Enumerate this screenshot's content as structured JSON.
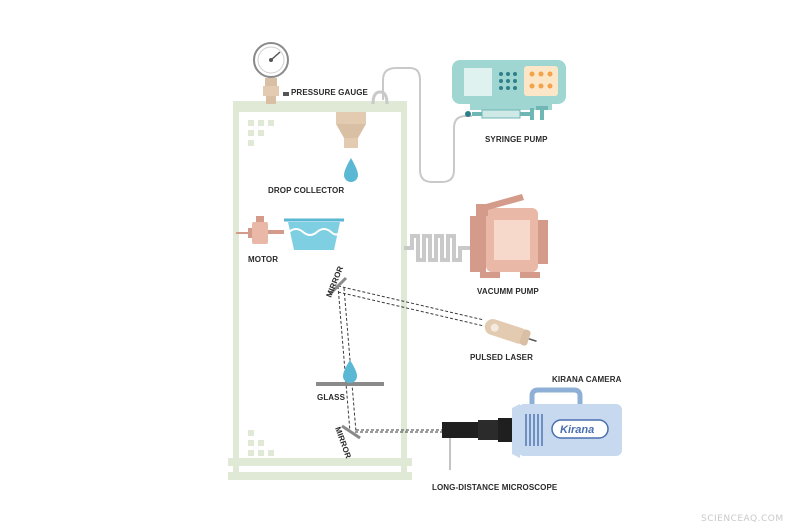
{
  "labels": {
    "pressure_gauge": "PRESSURE GAUGE",
    "syringe_pump": "SYRINGE PUMP",
    "drop_collector": "DROP COLLECTOR",
    "motor": "MOTOR",
    "vacuum_pump": "VACUMM PUMP",
    "mirror_top": "MIRROR",
    "pulsed_laser": "PULSED LASER",
    "glass": "GLASS",
    "kirana_camera": "KIRANA CAMERA",
    "mirror_bottom": "MIRROR",
    "microscope": "LONG-DISTANCE MICROSCOPE"
  },
  "camera_brand": "Kirana",
  "watermark": "SCIENCEAQ.COM",
  "colors": {
    "chamber": "#dfe9d6",
    "pump_teal": "#9fd6d2",
    "water_blue": "#5ab8d4",
    "vacuum_salmon": "#eab8a6",
    "collector_tan": "#d9bfa4",
    "camera_blue": "#c6d9ee",
    "camera_dark": "#4a6fb0"
  }
}
